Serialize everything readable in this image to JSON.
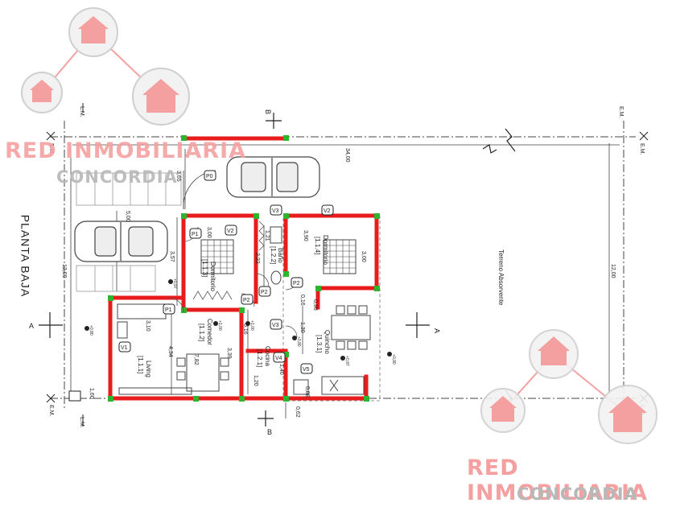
{
  "title": "PLANTA BAJA",
  "watermark": {
    "brand": "RED INMOBILIARIA",
    "city": "CONCORDIA",
    "color_main": "#f4a0a0",
    "color_sub": "#b8b8b8",
    "icon": "house-icon"
  },
  "colors": {
    "walls": "#e81c1c",
    "columns": "#2db52d",
    "lines": "#333333"
  },
  "rooms": {
    "dorm1": {
      "name": "Dormitorio",
      "code": "[1.1.3]"
    },
    "dorm2": {
      "name": "Dormitorio",
      "code": "[1.1.4]"
    },
    "bano": {
      "name": "Baño",
      "code": "[1.2.2]"
    },
    "comedor": {
      "name": "Comedor",
      "code": "[1.1.2]"
    },
    "living": {
      "name": "Living",
      "code": "[1.1.1]"
    },
    "cocina": {
      "name": "Cocina",
      "code": "[1.2.1]"
    },
    "quincho": {
      "name": "Quincho",
      "code": "[1.3.1]"
    },
    "terreno": {
      "name": "Terreno Absorvente"
    }
  },
  "tags": {
    "p0": "P0",
    "p1": "P1",
    "p2a": "P2",
    "p2b": "P2",
    "p2c": "P2",
    "v1": "V1",
    "v2": "V2",
    "v3": "V3",
    "v4": "V4",
    "v5": "V5",
    "v2b": "V2",
    "v3b": "V3"
  },
  "dims": {
    "lot_width": "34,00",
    "lot_depth": "12,00",
    "lot_depth_right": "12,00",
    "d_365": "3,65",
    "d_500": "5,00",
    "d_357": "3,57",
    "d_300a": "3,00",
    "d_121": "1,21",
    "d_300b": "3,00",
    "d_390": "3,90",
    "d_222": "2,22",
    "d_300c": "3,00",
    "d_016a": "0,16",
    "d_090": "0,90",
    "d_310": "3,10",
    "d_782": "7,82",
    "d_434": "4,34",
    "d_339": "3,39",
    "d_016b": "0,16",
    "d_130": "1,30",
    "d_140": "1,40",
    "d_120": "1,20",
    "d_160": "1,60",
    "d_062": "0,62",
    "d_088": "0,88",
    "lvl1": "+0,80",
    "lvl2": "+0,90",
    "lvl3": "+0,97",
    "lvl4": "+1,00",
    "lvl5": "+0,97",
    "lvl6": "+0,80",
    "lvl7": "+1,00"
  },
  "section_marks": {
    "a_left": "A",
    "a_right": "A",
    "b_top": "B",
    "b_bottom": "B"
  },
  "corner_labels": {
    "lm": "L.M.",
    "em": "E.M."
  }
}
